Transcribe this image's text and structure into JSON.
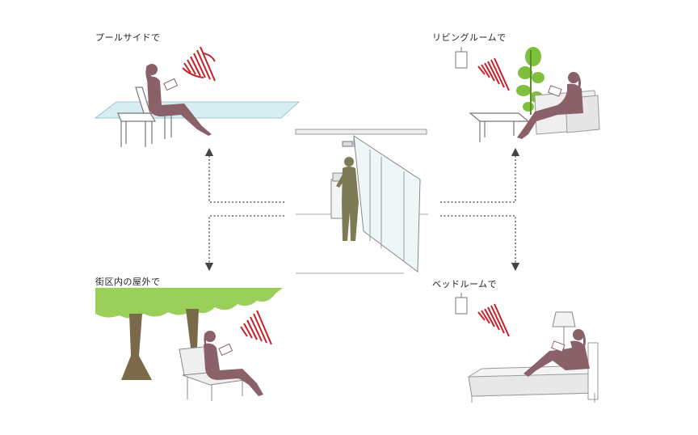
{
  "scenes": {
    "poolside": {
      "label": "プールサイドで"
    },
    "living_room": {
      "label": "リビングルームで"
    },
    "outdoor": {
      "label": "街区内の屋外で"
    },
    "bedroom": {
      "label": "ベッドルームで"
    }
  },
  "colors": {
    "figure": "#8a6168",
    "center_figure": "#7c7b55",
    "signal": "#c6202a",
    "pool_water": "#d6eef2",
    "tree_leaves": "#9ad05a",
    "tree_trunk": "#7a6a4a",
    "plant": "#7fbf3b",
    "furniture_line": "#777777",
    "dotted_arrow": "#444444"
  }
}
